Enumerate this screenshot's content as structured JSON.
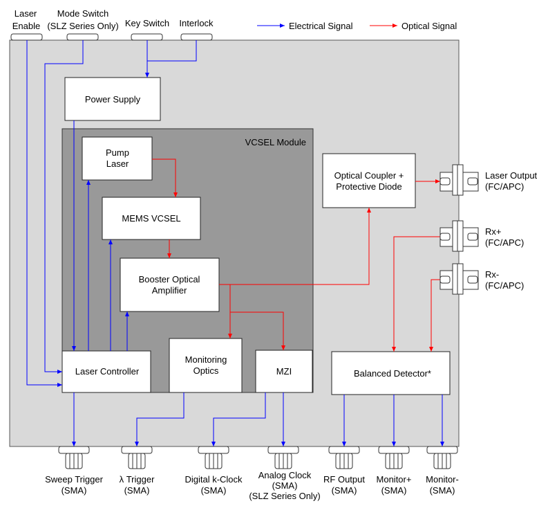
{
  "legend": {
    "electrical": "Electrical Signal",
    "optical": "Optical Signal"
  },
  "colors": {
    "electrical": "#0000ff",
    "optical": "#ff0000",
    "chassis": "#d9d9d9",
    "module": "#999999"
  },
  "top_inputs": [
    [
      "Laser",
      "Enable"
    ],
    [
      "Mode Switch",
      "(SLZ Series Only)"
    ],
    [
      "Key Switch"
    ],
    [
      "Interlock"
    ]
  ],
  "blocks": {
    "power_supply": "Power Supply",
    "vcsel_module": "VCSEL Module",
    "pump_laser": [
      "Pump",
      "Laser"
    ],
    "mems_vcsel": "MEMS VCSEL",
    "booster": [
      "Booster Optical",
      "Amplifier"
    ],
    "laser_controller": "Laser Controller",
    "monitoring_optics": [
      "Monitoring",
      "Optics"
    ],
    "mzi": "MZI",
    "coupler": [
      "Optical Coupler +",
      "Protective Diode"
    ],
    "balanced_detector": "Balanced Detector*"
  },
  "right_ports": [
    [
      "Laser Output",
      "(FC/APC)"
    ],
    [
      "Rx+",
      "(FC/APC)"
    ],
    [
      "Rx-",
      "(FC/APC)"
    ]
  ],
  "bottom_ports": [
    [
      "Sweep Trigger",
      "(SMA)"
    ],
    [
      "λ Trigger",
      "(SMA)"
    ],
    [
      "Digital k-Clock",
      "(SMA)"
    ],
    [
      "Analog Clock",
      "(SMA)",
      "(SLZ Series Only)"
    ],
    [
      "RF Output",
      "(SMA)"
    ],
    [
      "Monitor+",
      "(SMA)"
    ],
    [
      "Monitor-",
      "(SMA)"
    ]
  ]
}
